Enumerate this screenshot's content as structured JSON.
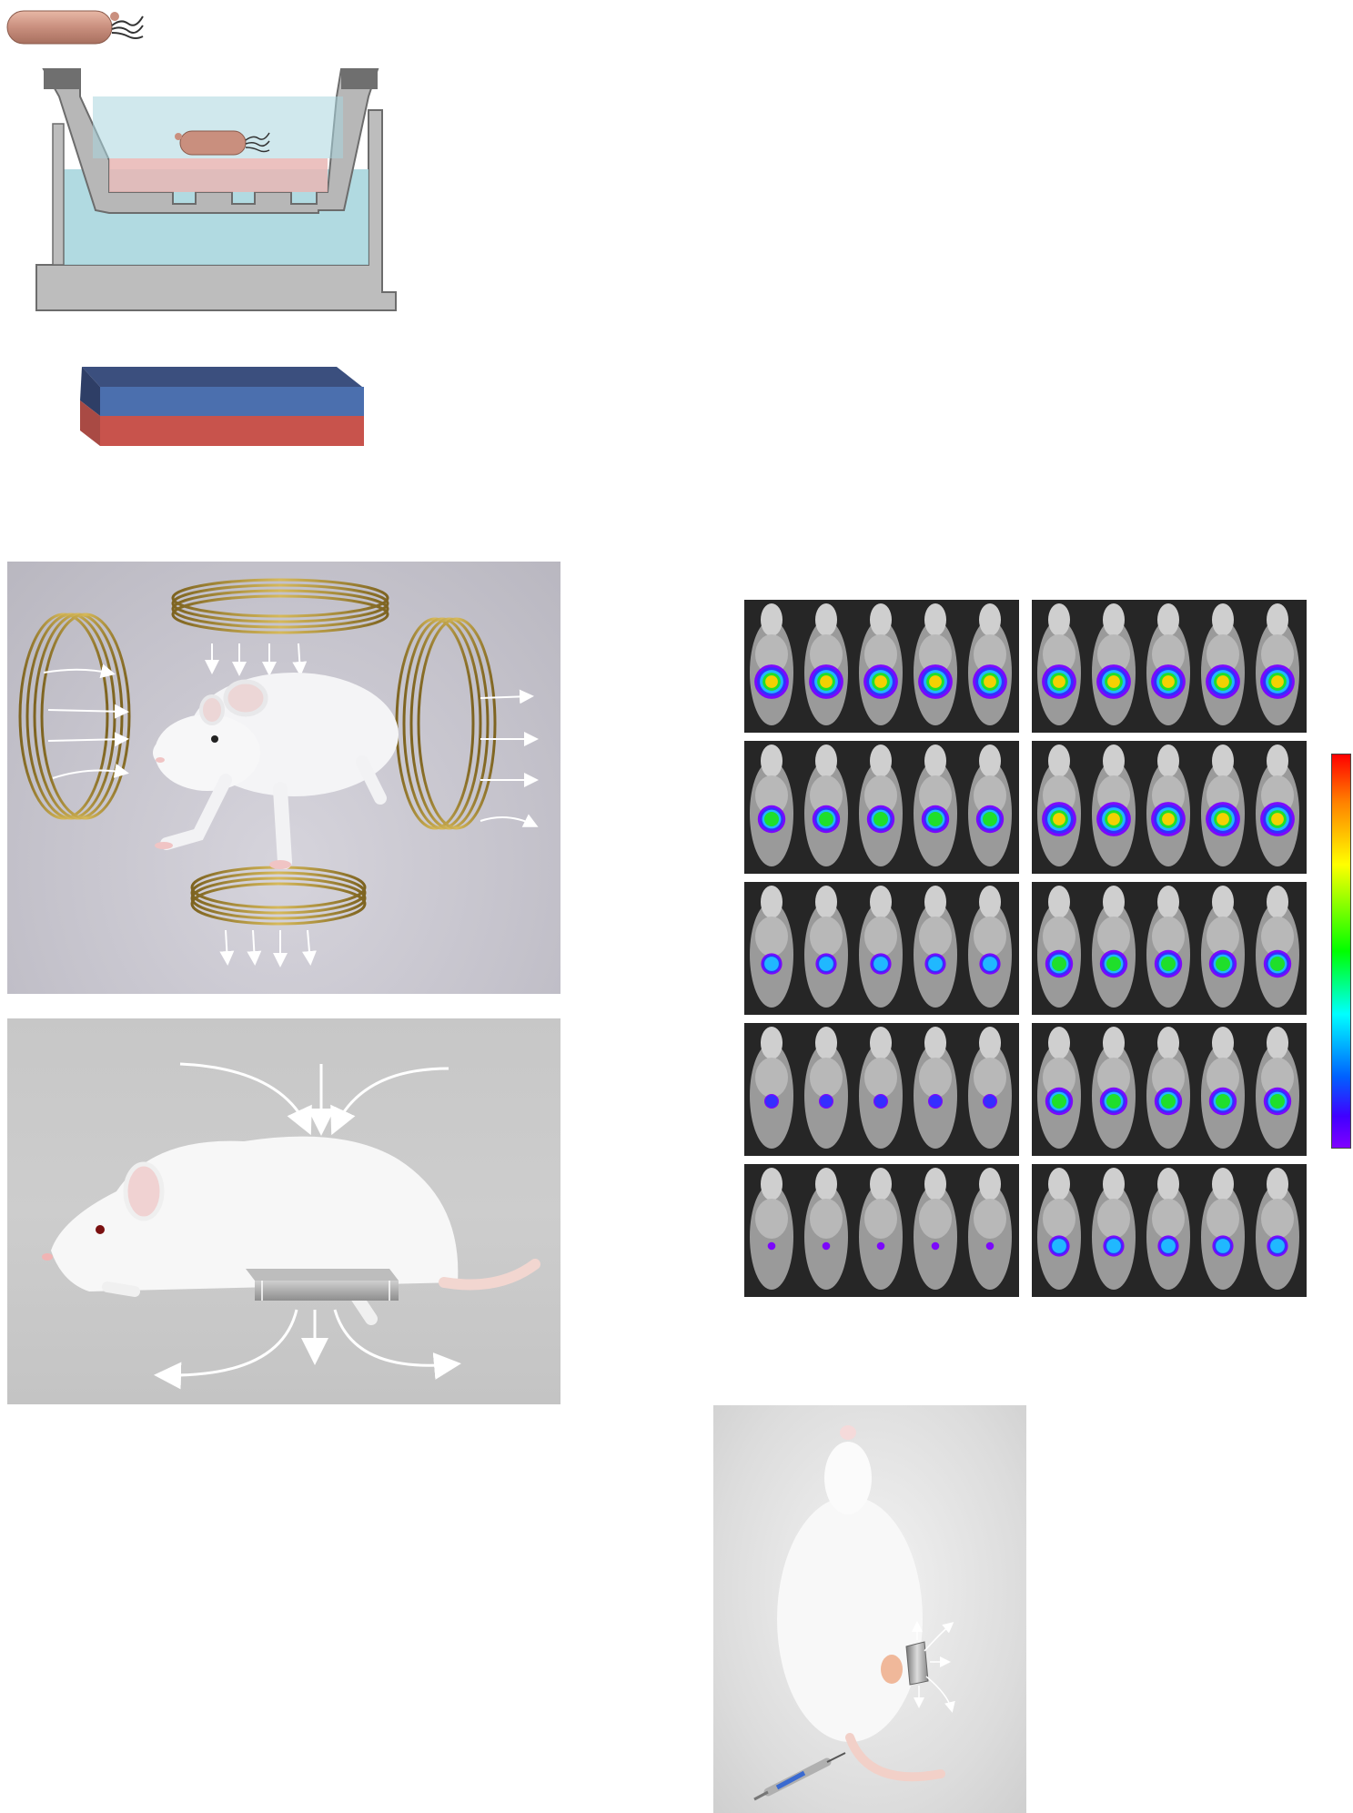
{
  "figure": {
    "labels": [],
    "bli": {
      "rows": 5,
      "groups": 2,
      "mice_per_panel": 5,
      "scale_colors": [
        "#ff0000",
        "#ffff00",
        "#00ff00",
        "#00ffff",
        "#0000ff",
        "#8000ff"
      ]
    },
    "colors": {
      "bacterium": "#c98f7e",
      "water": "#a9d6de",
      "tissue": "#e9b6b4",
      "magnet_north": "#4b6fae",
      "magnet_south": "#c8534c",
      "coil": "#b2912f"
    },
    "icons": [
      "bacterium-icon",
      "transwell-icon",
      "magnet-icon",
      "helmholtz-coil-icon",
      "mouse-icon",
      "syringe-icon"
    ]
  }
}
